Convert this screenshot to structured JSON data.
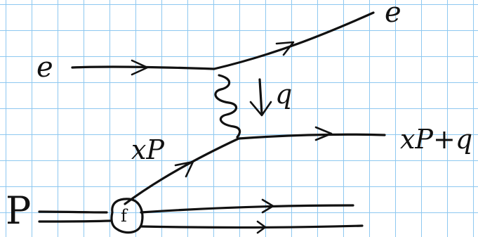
{
  "diagram": {
    "labels": {
      "electron_in": "e",
      "electron_out": "e",
      "photon_momentum": "q",
      "parton_momentum": "xP",
      "struck_parton_out": "xP+q",
      "proton": "P",
      "pdf": "f"
    },
    "colors": {
      "ink": "#111111",
      "grid": "#8ec8f0",
      "paper": "#ffffff"
    }
  }
}
